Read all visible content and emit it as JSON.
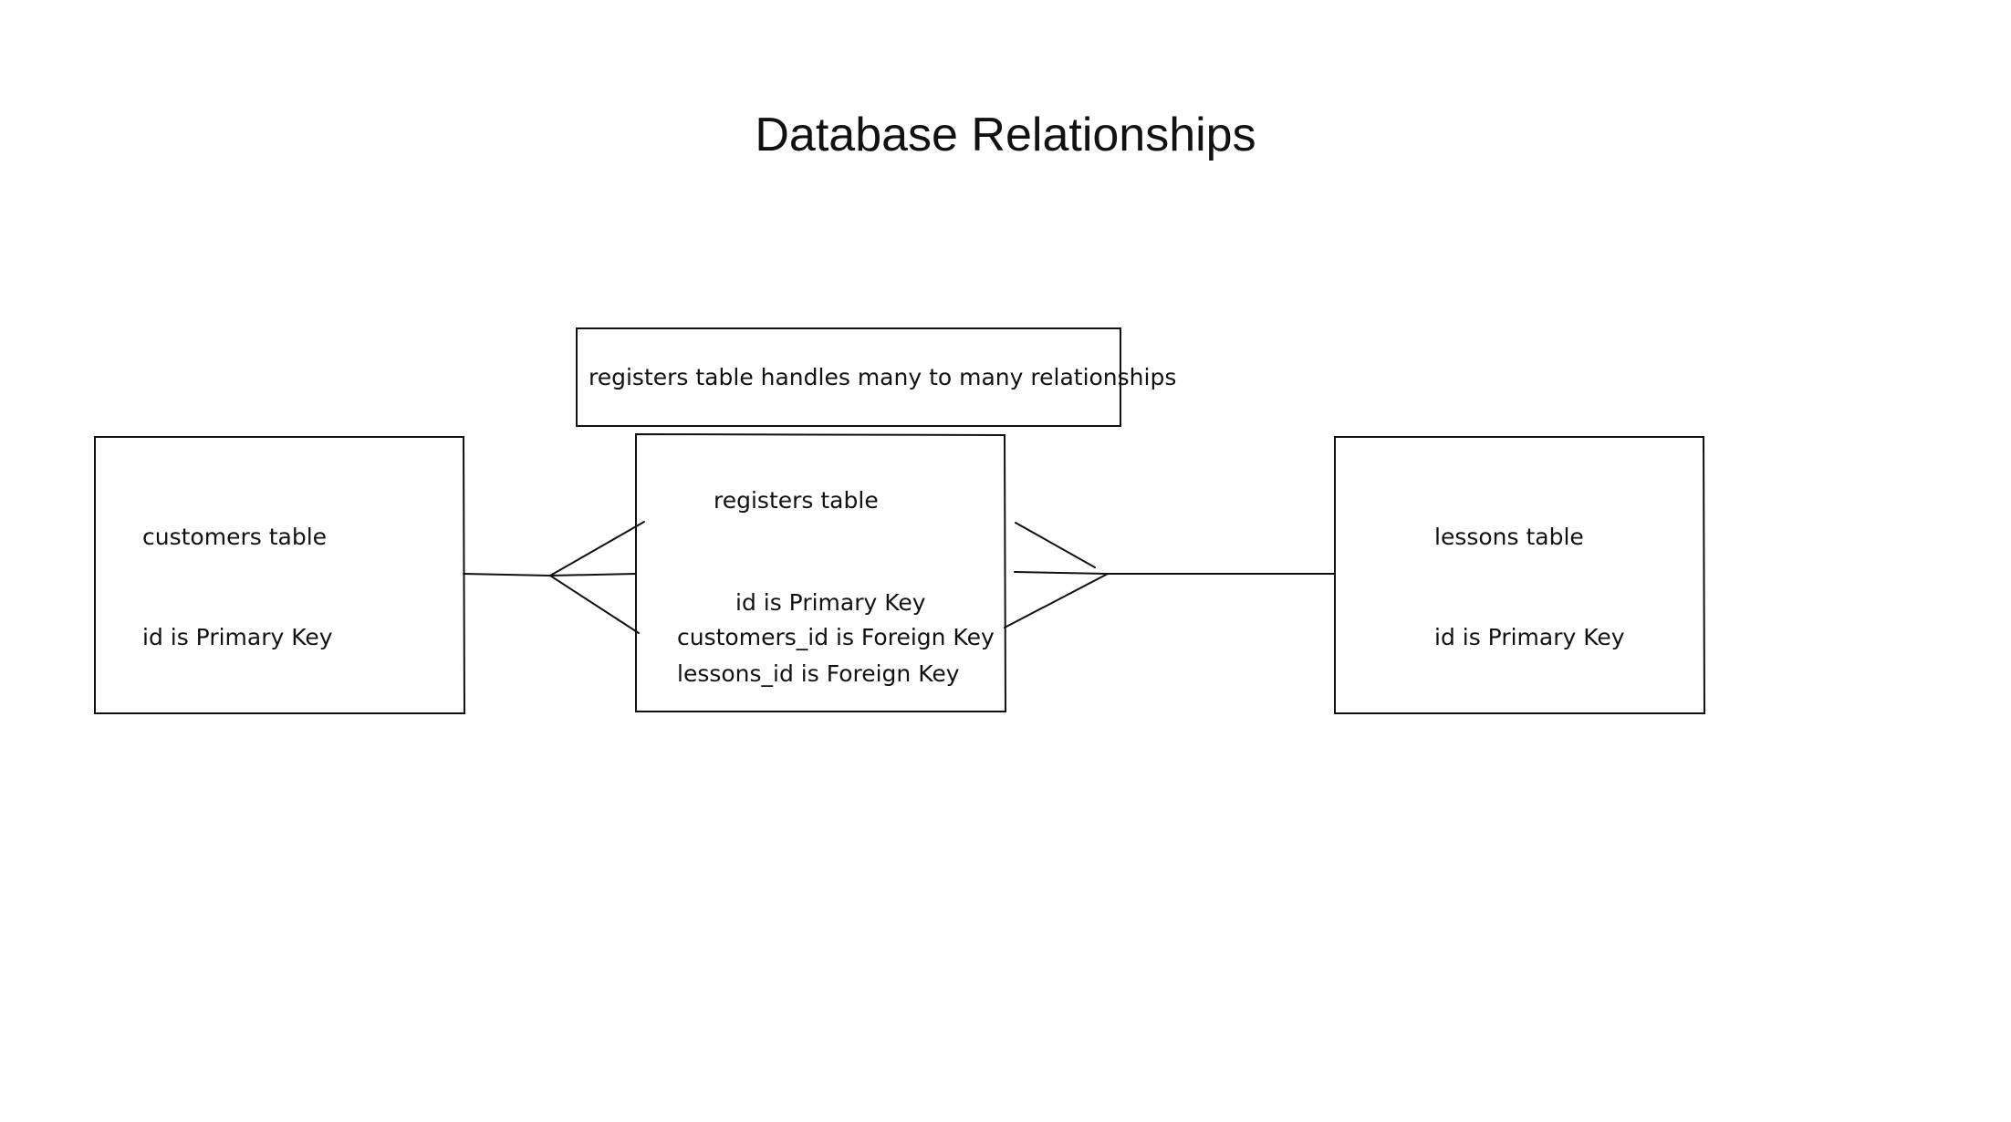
{
  "title": "Database Relationships",
  "note": "registers table handles many to many relationships",
  "tables": {
    "customers": {
      "name": "customers table",
      "keys": [
        "id is Primary Key"
      ]
    },
    "registers": {
      "name": "registers table",
      "keys": [
        "id is Primary Key",
        "customers_id is Foreign Key",
        "lessons_id is Foreign Key"
      ]
    },
    "lessons": {
      "name": "lessons table",
      "keys": [
        "id is Primary Key"
      ]
    }
  },
  "colors": {
    "stroke": "#111111",
    "background": "#ffffff"
  }
}
